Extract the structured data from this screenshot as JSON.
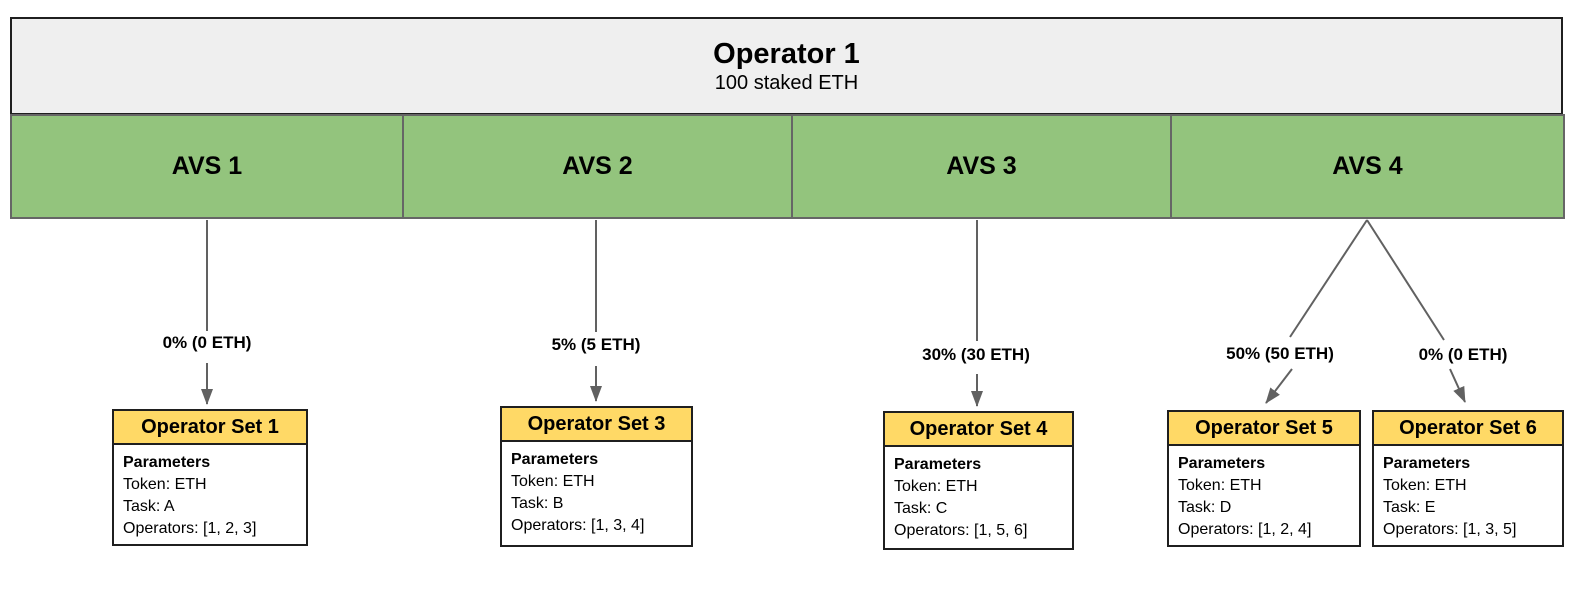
{
  "operator": {
    "title": "Operator 1",
    "subtitle": "100 staked ETH"
  },
  "avs_sections": [
    {
      "label": "AVS 1"
    },
    {
      "label": "AVS 2"
    },
    {
      "label": "AVS 3"
    },
    {
      "label": "AVS 4"
    }
  ],
  "allocations": [
    {
      "from": "AVS 1",
      "label": "0% (0 ETH)",
      "to": "Operator Set 1"
    },
    {
      "from": "AVS 2",
      "label": "5% (5 ETH)",
      "to": "Operator Set 3"
    },
    {
      "from": "AVS 3",
      "label": "30% (30 ETH)",
      "to": "Operator Set 4"
    },
    {
      "from": "AVS 4",
      "label": "50% (50 ETH)",
      "to": "Operator Set 5"
    },
    {
      "from": "AVS 4",
      "label": "0% (0 ETH)",
      "to": "Operator Set 6"
    }
  ],
  "operator_sets": [
    {
      "title": "Operator Set 1",
      "heading": "Parameters",
      "token": "Token: ETH",
      "task": "Task: A",
      "operators": "Operators: [1, 2, 3]"
    },
    {
      "title": "Operator Set 3",
      "heading": "Parameters",
      "token": "Token: ETH",
      "task": "Task: B",
      "operators": "Operators: [1, 3, 4]"
    },
    {
      "title": "Operator Set 4",
      "heading": "Parameters",
      "token": "Token: ETH",
      "task": "Task: C",
      "operators": "Operators: [1, 5, 6]"
    },
    {
      "title": "Operator Set 5",
      "heading": "Parameters",
      "token": "Token: ETH",
      "task": "Task: D",
      "operators": "Operators: [1, 2, 4]"
    },
    {
      "title": "Operator Set 6",
      "heading": "Parameters",
      "token": "Token: ETH",
      "task": "Task: E",
      "operators": "Operators: [1, 3, 5]"
    }
  ],
  "colors": {
    "operator_fill": "#efefef",
    "avs_fill": "#93c47d",
    "set_header_fill": "#ffd966",
    "box_border": "#1f1f1f",
    "band_border": "#666666",
    "arrow": "#616161"
  }
}
